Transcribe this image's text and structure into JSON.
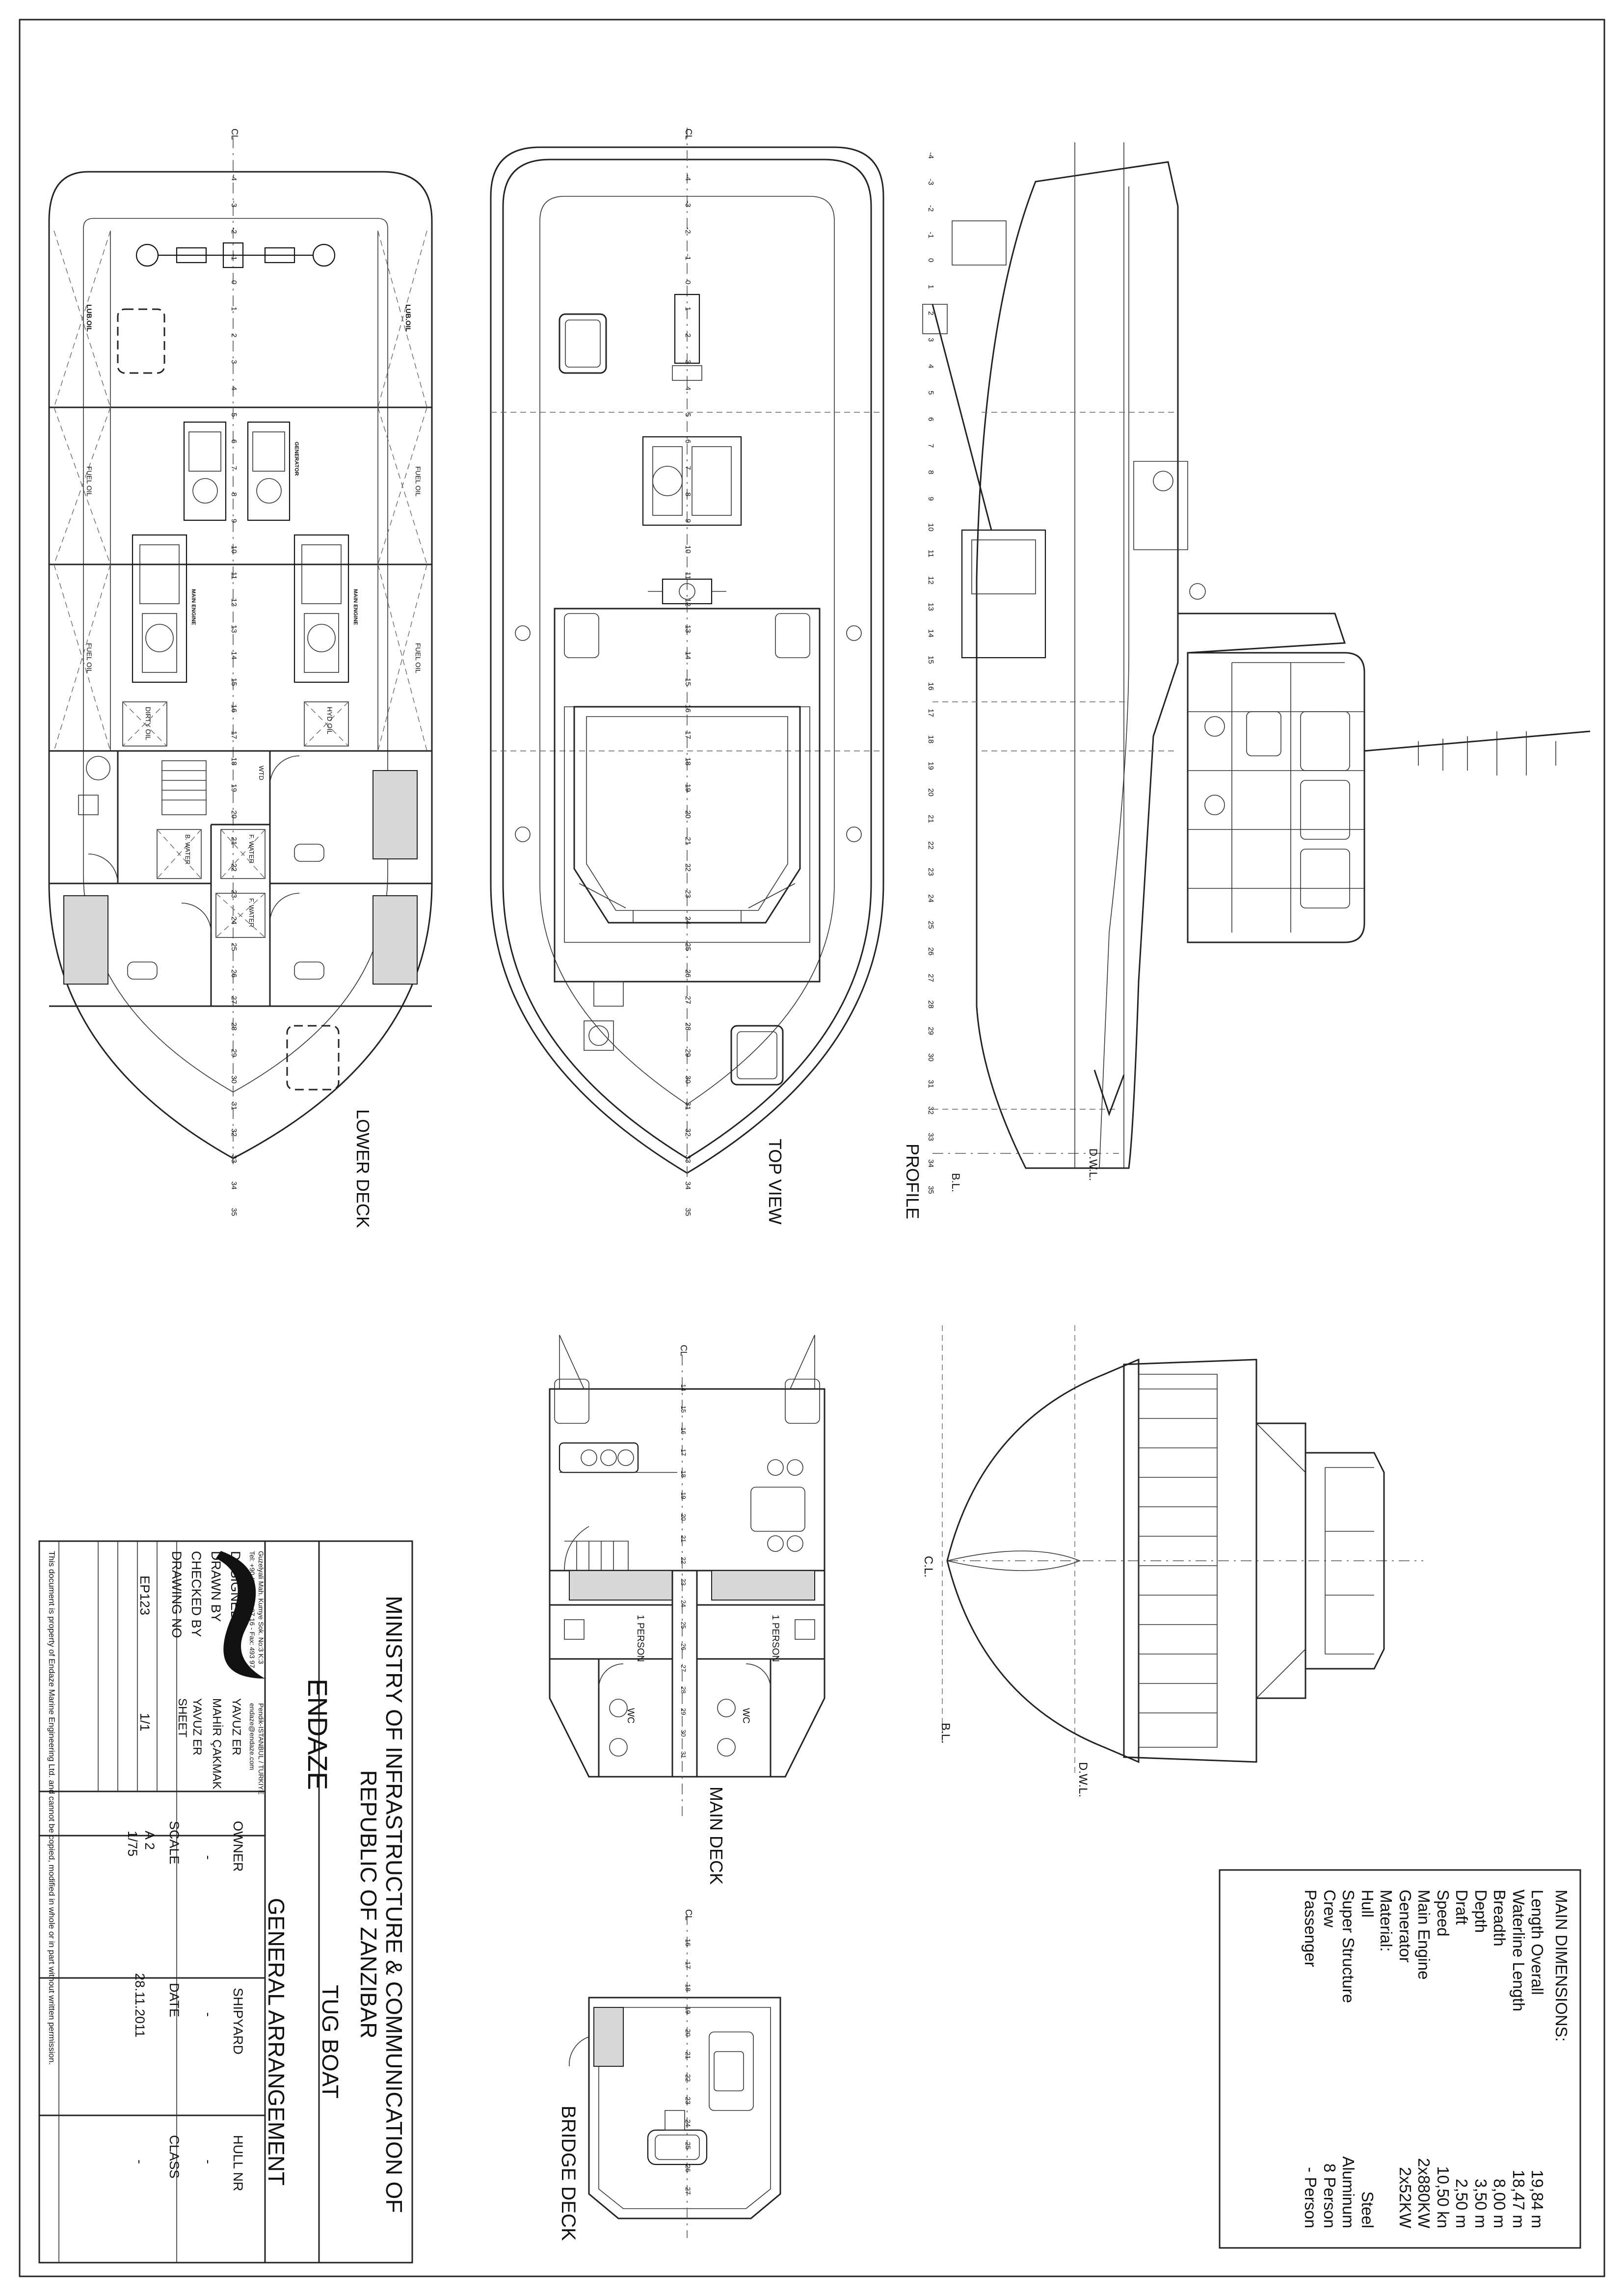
{
  "views": {
    "lower_deck": "LOWER DECK",
    "top_view": "TOP VIEW",
    "profile": "PROFILE",
    "main_deck": "MAIN DECK",
    "bridge_deck": "BRIDGE DECK"
  },
  "profile_lines": {
    "dwl": "D.W.L.",
    "bl": "B.L."
  },
  "section_lines": {
    "cl": "C.L.",
    "bl": "B.L.",
    "dwl": "D.W.L."
  },
  "frames_main": [
    "-4",
    "-3",
    "-2",
    "-1",
    "0",
    "1",
    "2",
    "3",
    "4",
    "5",
    "6",
    "7",
    "8",
    "9",
    "10",
    "11",
    "12",
    "13",
    "14",
    "15",
    "16",
    "17",
    "18",
    "19",
    "20",
    "21",
    "22",
    "23",
    "24",
    "25",
    "26",
    "27",
    "28",
    "29",
    "30",
    "31",
    "32",
    "33",
    "34",
    "35"
  ],
  "frames_bridge": [
    "16",
    "17",
    "18",
    "19",
    "20",
    "21",
    "22",
    "23",
    "24",
    "25",
    "26",
    "27"
  ],
  "centerline": "CL",
  "lower_deck_labels": {
    "lub_oil": "LUB.OIL",
    "fuel_oil": "FUEL OIL",
    "main_engine": "MAIN ENGINE",
    "generator": "GENERATOR",
    "dirty_oil": "DIRTY OIL",
    "hyd_oil": "HYD OIL",
    "b_water": "B. WATER",
    "f_water": "F. WATER",
    "wtd": "WTD"
  },
  "main_deck_labels": {
    "person": "1 PERSON",
    "wc": "WC"
  },
  "main_dimensions": {
    "title": "MAIN DIMENSIONS:",
    "rows": [
      {
        "label": "Length Overall",
        "value": "19,84 m"
      },
      {
        "label": "Waterline Length",
        "value": "18,47 m"
      },
      {
        "label": "Breadth",
        "value": "8,00 m"
      },
      {
        "label": "Depth",
        "value": "3,50 m"
      },
      {
        "label": "Draft",
        "value": "2,50 m"
      },
      {
        "label": "Speed",
        "value": "10,50 kn"
      },
      {
        "label": "Main Engine",
        "value": "2x880KW"
      },
      {
        "label": "Generator",
        "value": "2x52KW"
      },
      {
        "label": "Material:",
        "value": ""
      },
      {
        "label": "Hull",
        "value": "Steel"
      },
      {
        "label": "Super Structure",
        "value": "Aluminum"
      },
      {
        "label": "Crew",
        "value": "8 Person"
      },
      {
        "label": "Passenger",
        "value": "- Person"
      }
    ]
  },
  "title_block": {
    "client_line1": "MINISTRY OF INFRASTRUCTURE & COMMUNICATION OF",
    "client_line2": "REPUBLIC OF ZANZIBAR",
    "vessel": "TUG BOAT",
    "drawing_title": "GENERAL ARRANGEMENT",
    "company": "ENDAZE",
    "address1": "Guzelyali Mah. Kumye Sok. No:3 K:3",
    "address2": "Pendik-ISTANBUL / TURKIYE",
    "phone": "Tel: +90 (216) 493 97 16 - Fax: 493 97 16",
    "email": "endaze@endaze.com",
    "designed_by_label": "DESIGNED BY",
    "designed_by": "YAVUZ ER",
    "drawn_by_label": "DRAWN BY",
    "drawn_by": "MAHİR ÇAKMAK",
    "checked_by_label": "CHECKED BY",
    "checked_by": "YAVUZ ER",
    "drawing_no_label": "DRAWING NO",
    "drawing_no": "EP123",
    "sheet_label": "SHEET",
    "sheet": "1/1",
    "scale_label": "SCALE",
    "paper": "A 2",
    "scale": "1/75",
    "date_label": "DATE",
    "date": "28.11.2011",
    "class_label": "CLASS",
    "class": "-",
    "owner_label": "OWNER",
    "owner": "-",
    "shipyard_label": "SHIPYARD",
    "shipyard": "-",
    "hull_nr_label": "HULL NR",
    "hull_nr": "-",
    "disclaimer": "This document is property of Endaze Marine Engineering Ltd. and cannot be copied, modified in whole or in part without written permission."
  }
}
